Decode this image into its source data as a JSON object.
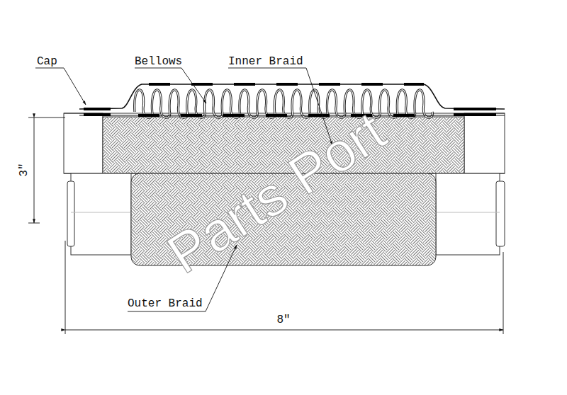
{
  "diagram": {
    "labels": [
      "Cap",
      "Bellows",
      "Inner Braid",
      "3″",
      "Parts Port",
      "Outer Braid",
      "8″"
    ]
  }
}
